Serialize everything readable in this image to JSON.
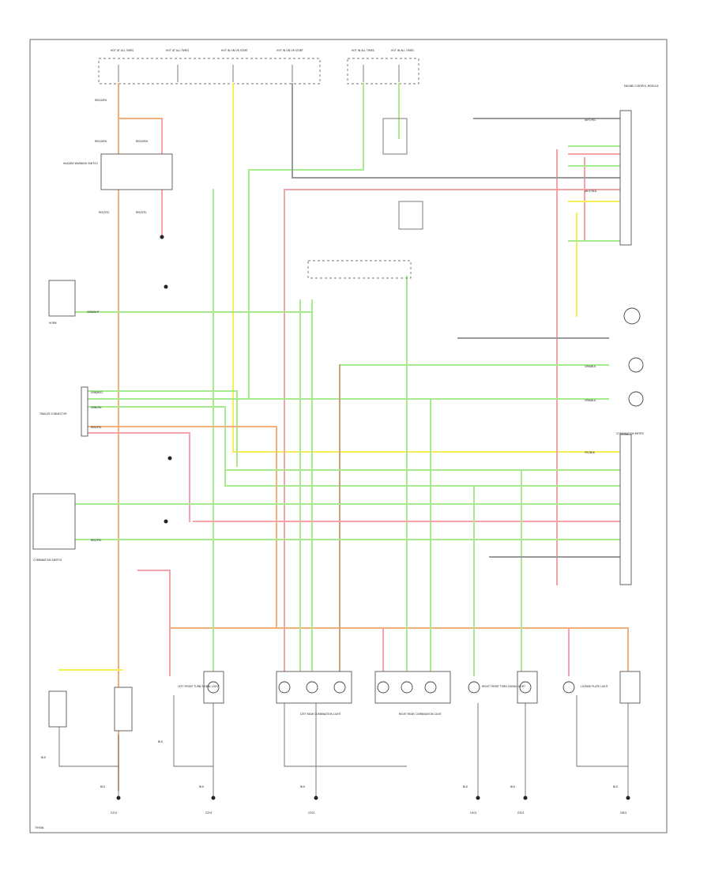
{
  "diagram": {
    "footer_code": "79936",
    "wire_colors": {
      "orange": "#f2b07a",
      "yellow": "#f5ee54",
      "green": "#a6ec8e",
      "red": "#f5a3a8",
      "gray": "#9a9a9a",
      "brown": "#c8a27a"
    },
    "fuse_box_labels": [
      "HOT AT ALL TIMES",
      "HOT AT ALL TIMES",
      "HOT IN ON OR START",
      "HOT IN ON OR START",
      "HOT IN ALL TIMES",
      "HOT IN ALL TIMES"
    ],
    "wire_labels": [
      "RED/GRN",
      "RED/GRN",
      "RED/GRN",
      "RED/YEL",
      "RED/YEL",
      "GRN/WHT",
      "GRN/RED",
      "GRN/YEL",
      "RED/YEL",
      "RED/YEL",
      "YEL/BLK",
      "BLK",
      "BLK",
      "BLK",
      "BLK",
      "BLK",
      "BLK",
      "BLK",
      "BLK",
      "WHT/YEL",
      "WHT/RED",
      "GRN/BLK",
      "GRN/BLK"
    ],
    "component_labels": [
      "HAZARD WARNING SWITCH",
      "TRAILER CONNECTOR",
      "COMBINATION SWITCH",
      "HORN",
      "LEFT FRONT TURN SIGNAL LIGHT",
      "RIGHT FRONT TURN SIGNAL LIGHT",
      "LEFT REAR COMBINATION LIGHT",
      "RIGHT REAR COMBINATION LIGHT",
      "LICENSE PLATE LIGHT",
      "COMBINATION METER",
      "ENGINE CONTROL MODULE"
    ],
    "ground_labels": [
      "G101",
      "G201",
      "G301",
      "G401",
      "G501",
      "G601"
    ]
  }
}
